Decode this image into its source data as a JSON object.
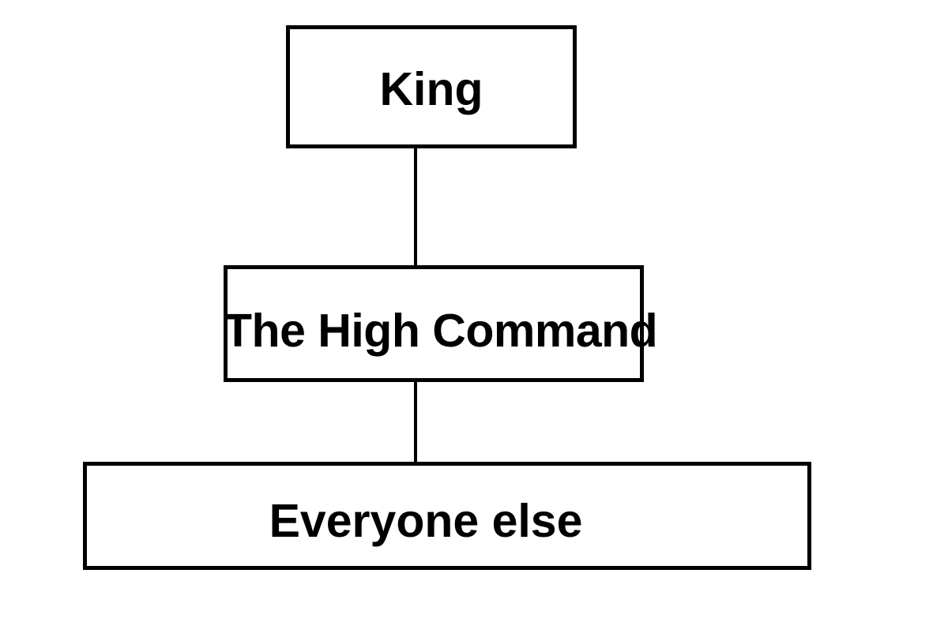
{
  "diagram": {
    "type": "hierarchy-chart",
    "orientation": "vertical-top-down",
    "background_color": "#ffffff",
    "line_color": "#000000",
    "text_color": "#000000",
    "nodes": [
      {
        "id": "king",
        "label": "King",
        "level": 1,
        "border_color": "#000000",
        "fill_color": "#ffffff"
      },
      {
        "id": "high-command",
        "label": "The High Command",
        "level": 2,
        "border_color": "#000000",
        "fill_color": "#ffffff"
      },
      {
        "id": "everyone-else",
        "label": "Everyone else",
        "level": 3,
        "border_color": "#000000",
        "fill_color": "#ffffff"
      }
    ],
    "edges": [
      {
        "id": "king-to-high-command",
        "from": "King",
        "to": "The High Command"
      },
      {
        "id": "high-command-to-everyone-else",
        "from": "The High Command",
        "to": "Everyone else"
      }
    ]
  }
}
